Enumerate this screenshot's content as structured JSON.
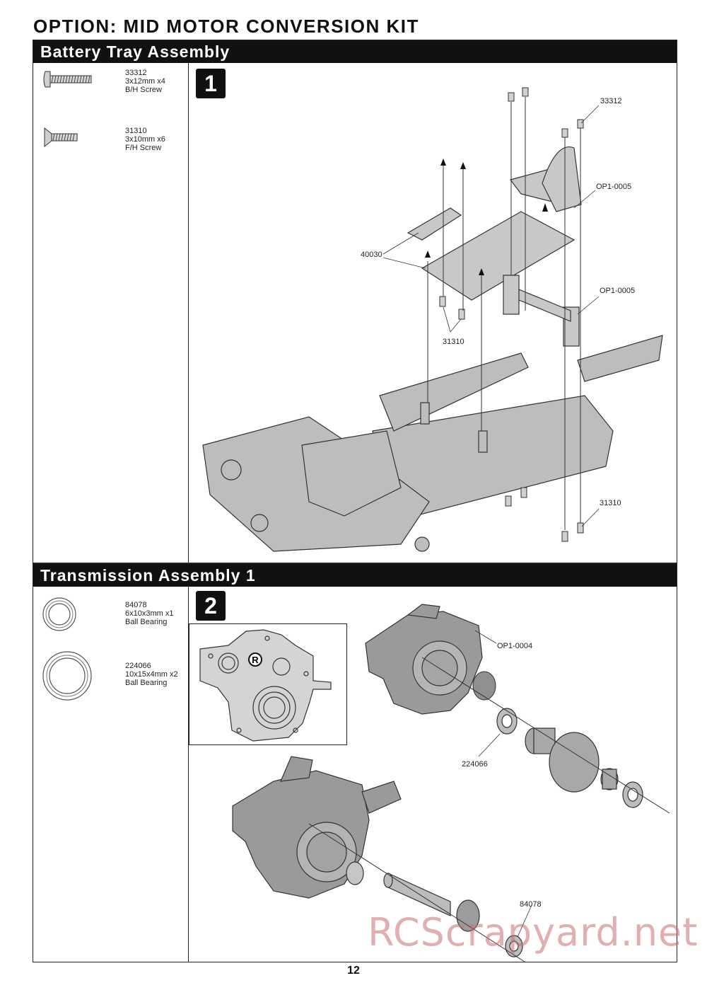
{
  "page_title": "OPTION: MID MOTOR CONVERSION KIT",
  "sections": [
    {
      "header": "Battery Tray Assembly",
      "step": "1",
      "parts": [
        {
          "part_no": "33312",
          "size": "3x12mm x4",
          "type": "B/H Screw",
          "icon": "button-head-screw-icon"
        },
        {
          "part_no": "31310",
          "size": "3x10mm x6",
          "type": "F/H Screw",
          "icon": "flat-head-screw-icon"
        }
      ],
      "callouts": [
        "33312",
        "OP1-0005",
        "40030",
        "OP1-0005",
        "31310",
        "31310"
      ]
    },
    {
      "header": "Transmission Assembly 1",
      "step": "2",
      "parts": [
        {
          "part_no": "84078",
          "size": "6x10x3mm x1",
          "type": "Ball Bearing",
          "icon": "ball-bearing-icon"
        },
        {
          "part_no": "224066",
          "size": "10x15x4mm x2",
          "type": "Ball Bearing",
          "icon": "ball-bearing-icon"
        }
      ],
      "callouts": [
        "OP1-0004",
        "224066",
        "84078"
      ],
      "inset_mark": "R"
    }
  ],
  "page_number": "12",
  "watermark": "RCScrapyard.net",
  "colors": {
    "header_bg": "#111111",
    "header_text": "#ffffff",
    "part_fill": "#b9b9b9",
    "watermark": "#c86e6e"
  }
}
